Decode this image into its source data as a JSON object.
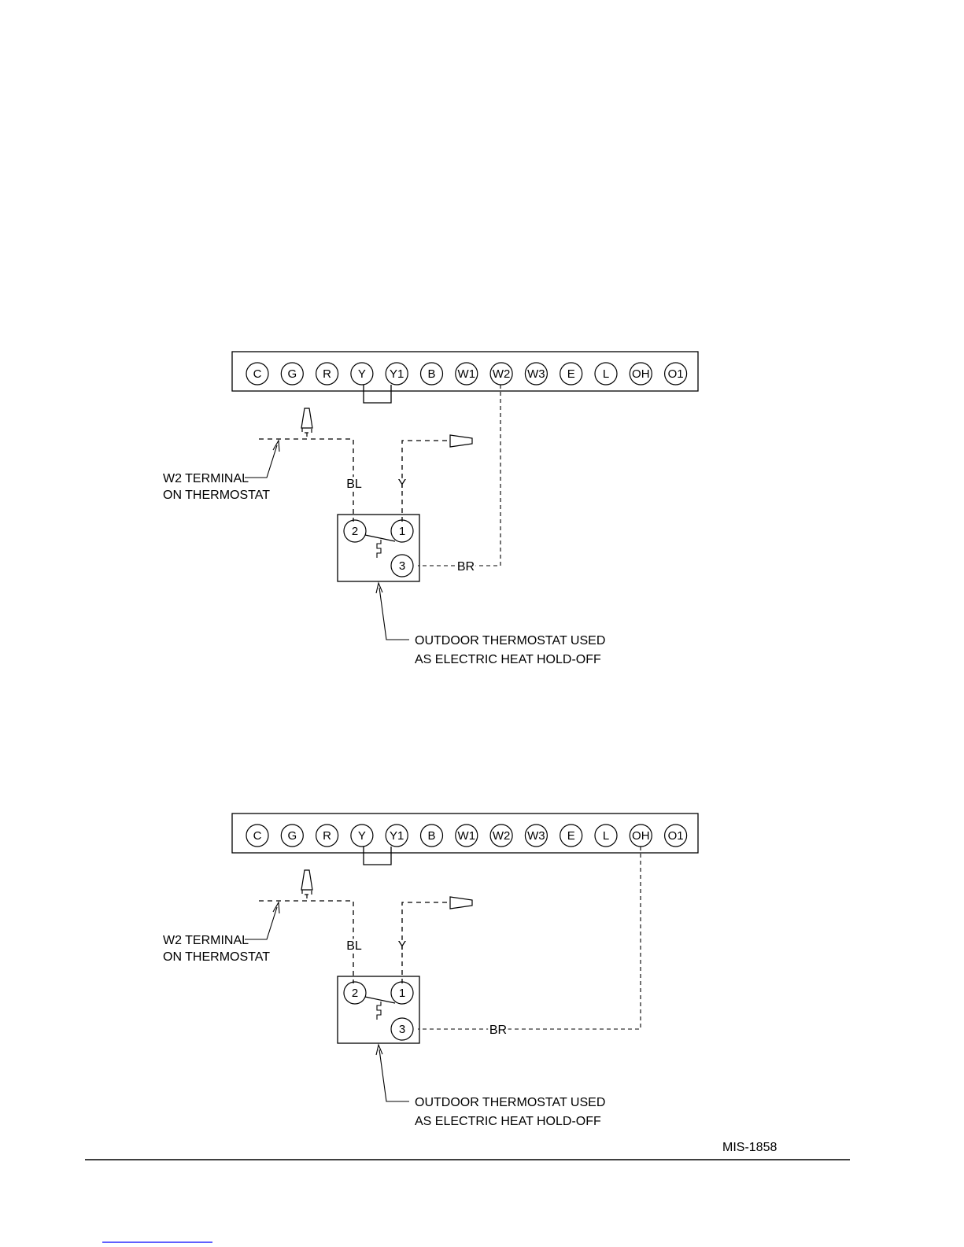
{
  "terminal_labels": [
    "C",
    "G",
    "R",
    "Y",
    "Y1",
    "B",
    "W1",
    "W2",
    "W3",
    "E",
    "L",
    "OH",
    "O1"
  ],
  "diagrams": [
    {
      "connected_terminal": "W2",
      "w2_label_line1": "W2 TERMINAL",
      "w2_label_line2": "ON THERMOSTAT",
      "wire_bl": "BL",
      "wire_y": "Y",
      "wire_br": "BR",
      "outdoor_terminals": [
        "2",
        "1",
        "3"
      ],
      "outdoor_label_line1": "OUTDOOR THERMOSTAT USED",
      "outdoor_label_line2": "AS ELECTRIC HEAT HOLD-OFF"
    },
    {
      "connected_terminal": "OH",
      "w2_label_line1": "W2 TERMINAL",
      "w2_label_line2": "ON THERMOSTAT",
      "wire_bl": "BL",
      "wire_y": "Y",
      "wire_br": "BR",
      "outdoor_terminals": [
        "2",
        "1",
        "3"
      ],
      "outdoor_label_line1": "OUTDOOR THERMOSTAT USED",
      "outdoor_label_line2": "AS ELECTRIC HEAT HOLD-OFF"
    }
  ],
  "footer": {
    "doc_code": "MIS-1858"
  },
  "colors": {
    "ink": "#000000",
    "link_underline": "#0000ff"
  }
}
